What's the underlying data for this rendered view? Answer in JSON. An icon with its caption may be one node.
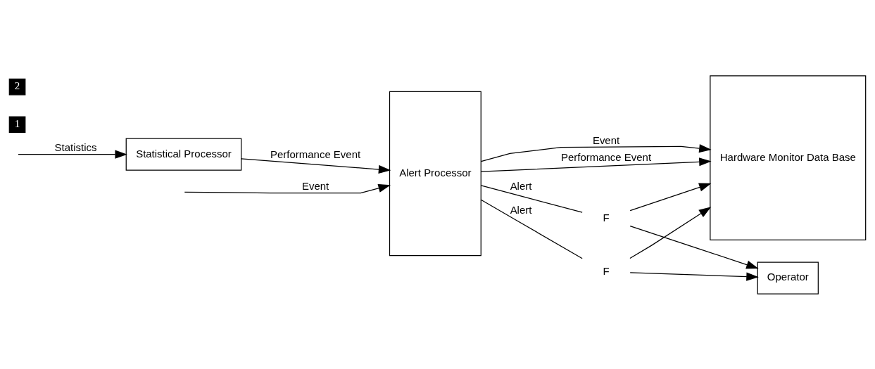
{
  "diagram": {
    "nodes": [
      {
        "text": [
          "Statistical Processor"
        ]
      },
      {
        "text": [
          "Alert Processor"
        ]
      },
      {
        "text": [
          "Hardware Monitor Data Base"
        ]
      },
      {
        "text": [
          "Operator"
        ]
      },
      {
        "text": [
          "F"
        ]
      },
      {
        "text": [
          "F"
        ]
      }
    ],
    "edges": [
      {
        "from": null,
        "to": 0,
        "arrow": "to",
        "label": "Statistics"
      },
      {
        "from": 0,
        "to": 1,
        "arrow": "to",
        "label": "Performance Event"
      },
      {
        "from": null,
        "to": 1,
        "arrow": "to",
        "label": "Event"
      },
      {
        "from": 1,
        "to": 2,
        "arrow": "to",
        "label": "Performance Event"
      },
      {
        "from": 1,
        "to": 4,
        "arrow": "none",
        "label": "Alert"
      },
      {
        "from": 4,
        "to": 2,
        "arrow": "to"
      },
      {
        "from": 4,
        "to": 3,
        "arrow": "to"
      },
      {
        "from": 1,
        "to": 2,
        "arrow": "to",
        "label": "Event"
      },
      {
        "from": 1,
        "to": 5,
        "arrow": "none",
        "label": "Alert"
      },
      {
        "from": 5,
        "to": 2,
        "arrow": "to"
      },
      {
        "from": 5,
        "to": 3,
        "arrow": "to"
      }
    ],
    "labels": [
      "1",
      "2"
    ]
  }
}
